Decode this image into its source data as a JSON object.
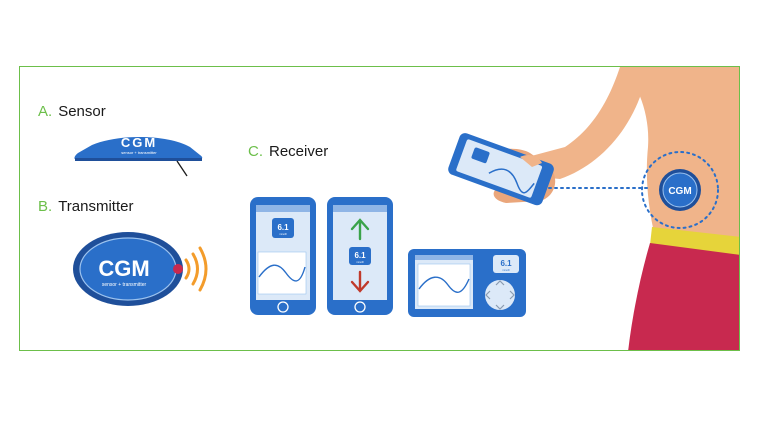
{
  "labels": {
    "sensor": {
      "letter": "A.",
      "text": "Sensor"
    },
    "transmitter": {
      "letter": "B.",
      "text": "Transmitter"
    },
    "receiver": {
      "letter": "C.",
      "text": "Receiver"
    }
  },
  "transmitter_badge": {
    "brand": "CGM",
    "subtitle": "sensor + transmitter"
  },
  "sensor_device": {
    "brand": "CGM",
    "subtitle": "sensor + transmitter"
  },
  "body_badge": {
    "brand": "CGM"
  },
  "readings": {
    "value": "6.1",
    "unit": "mmol/l"
  },
  "colors": {
    "frame_border": "#6cbf4a",
    "device_blue": "#2a6fc9",
    "device_dark": "#1f4f9a",
    "screen_light": "#dce9f8",
    "signal_orange": "#f39c2b",
    "skin": "#f0b48a",
    "pants": "#c8294f",
    "belt": "#e6d43a",
    "arrow_up": "#3aa34a",
    "arrow_down": "#c0392b",
    "dotted_link": "#2a6fc9"
  },
  "icons": [
    "signal-waves-icon",
    "arrow-up-icon",
    "arrow-down-icon",
    "dpad-icon",
    "home-button-icon"
  ]
}
